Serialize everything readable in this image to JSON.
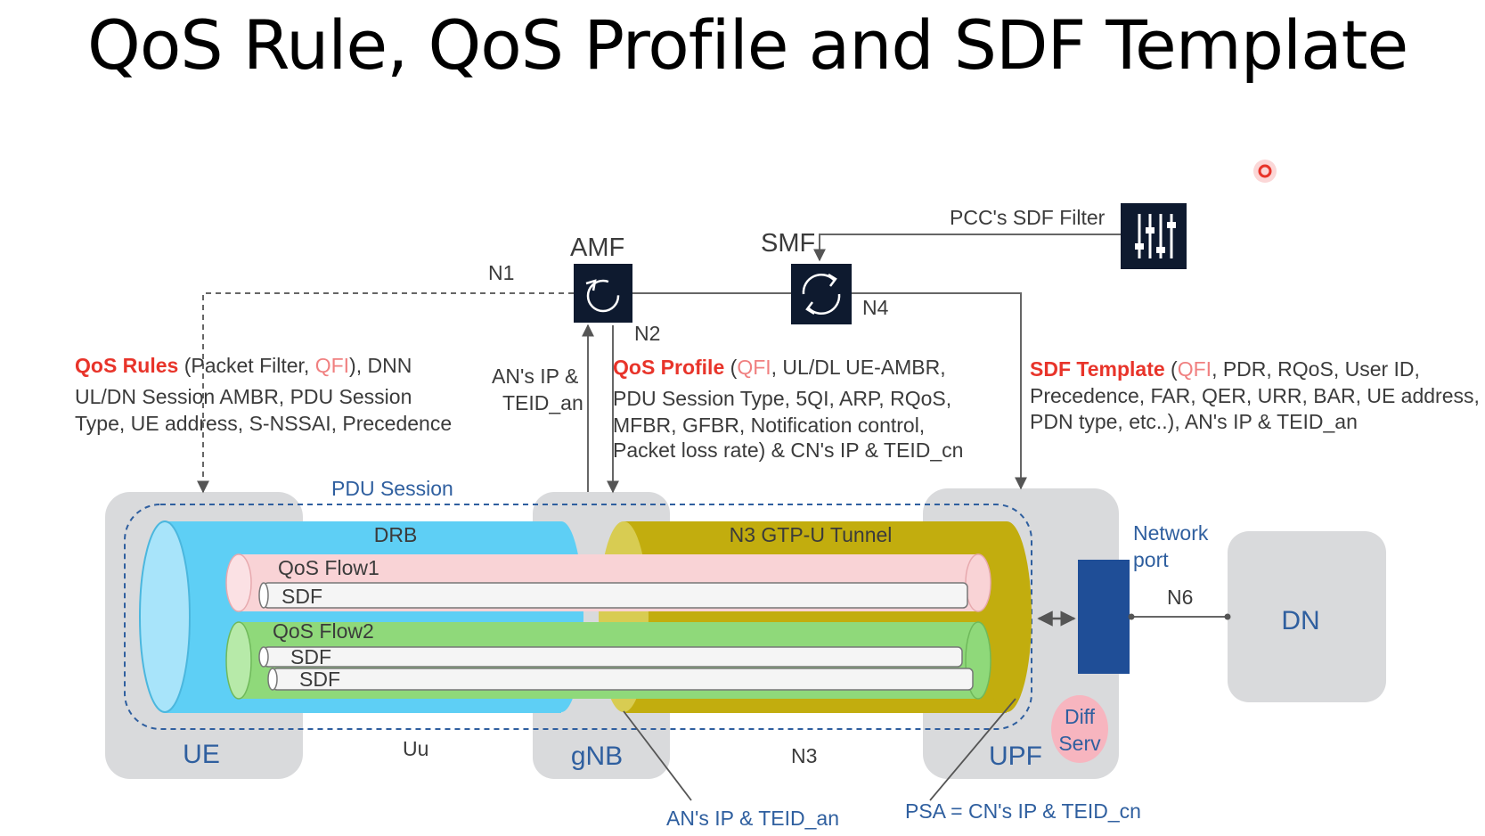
{
  "title": "QoS Rule, QoS Profile and SDF Template",
  "colors": {
    "node_box": "#0e1a2f",
    "zone_gray": "#d9dadc",
    "drb_blue": "#5ecff5",
    "tunnel_olive": "#c2ad0e",
    "qos_flow1_pink": "#f9d3d6",
    "qos_flow2_green": "#8fd97a",
    "network_port_blue": "#1f4e97",
    "highlight_red": "#e8342a",
    "diffserv_pink": "#f7b5bf"
  },
  "nodes": {
    "amf": "AMF",
    "smf": "SMF",
    "ue": "UE",
    "gnb": "gNB",
    "upf": "UPF",
    "dn": "DN"
  },
  "interfaces": {
    "n1": "N1",
    "n2": "N2",
    "n3": "N3",
    "n4": "N4",
    "n6": "N6",
    "uu": "Uu"
  },
  "pcc_filter": "PCC's SDF Filter",
  "qos_rules": {
    "label": "QoS Rules",
    "line1_a": " (Packet Filter, ",
    "qfi": "QFI",
    "line1_b": "), DNN",
    "line2": "UL/DN Session AMBR, PDU Session",
    "line3": "Type, UE address, S-NSSAI, Precedence"
  },
  "an_ip": {
    "line1": "AN's IP &",
    "line2": "TEID_an"
  },
  "qos_profile": {
    "label": "QoS Profile",
    "open": " (",
    "qfi": "QFI",
    "line1_rest": ", UL/DL UE-AMBR,",
    "line2": "PDU Session Type, 5QI, ARP, RQoS,",
    "line3": "MFBR, GFBR, Notification control,",
    "line4": "Packet loss rate) & CN's IP & TEID_cn"
  },
  "sdf_template": {
    "label": "SDF Template",
    "open": " (",
    "qfi": "QFI",
    "line1_rest": ", PDR, RQoS, User ID,",
    "line2": "Precedence, FAR, QER, URR, BAR, UE address,",
    "line3": "PDN type, etc..), AN's IP & TEID_an"
  },
  "pdu_session": "PDU Session",
  "drb": "DRB",
  "n3_tunnel": "N3 GTP-U Tunnel",
  "qos_flow1": "QoS Flow1",
  "qos_flow2": "QoS Flow2",
  "sdf": "SDF",
  "network_port": {
    "line1": "Network",
    "line2": "port"
  },
  "diffserv": {
    "line1": "Diff",
    "line2": "Serv"
  },
  "bottom_an": "AN's IP & TEID_an",
  "bottom_psa": "PSA = CN's IP & TEID_cn"
}
